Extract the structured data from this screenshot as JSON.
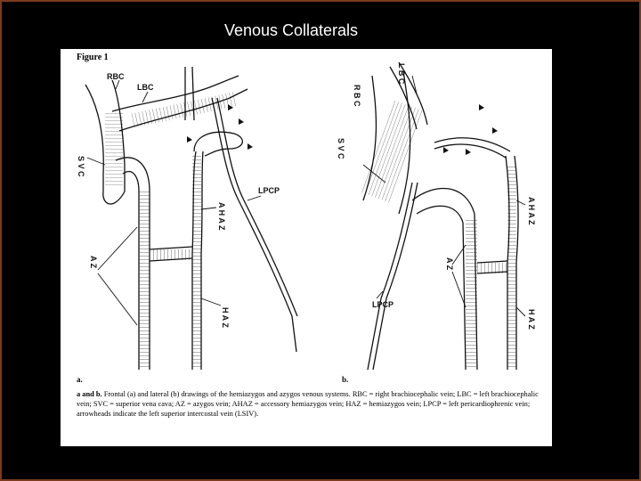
{
  "slide": {
    "title": "Venous Collaterals"
  },
  "figure": {
    "label": "Figure 1",
    "panel_a": "a.",
    "panel_b": "b.",
    "labels_a": {
      "rbc": "RBC",
      "lbc": "LBC",
      "svc": "S V C",
      "ahaz": "A H A Z",
      "lpcp": "LPCP",
      "az": "A Z",
      "haz": "H A Z"
    },
    "labels_b": {
      "lbc": "L B C",
      "rbc": "R B C",
      "svc": "S V C",
      "ahaz": "A H A Z",
      "az": "A Z",
      "haz": "H A Z",
      "lpcp": "LPCP"
    },
    "caption_lead": "a and b.",
    "caption_text": "Frontal (a) and lateral (b) drawings of the hemiazygos and azygos venous systems. RBC = right brachiocephalic vein; LBC = left brachiocephalic vein; SVC = superior vena cava; AZ = azygos vein; AHAZ = accessory hemiazygos vein; HAZ = hemiazygos vein; LPCP = left pericardiophrenic vein; arrowheads indicate the left superior intercostal vein (LSIV)."
  }
}
